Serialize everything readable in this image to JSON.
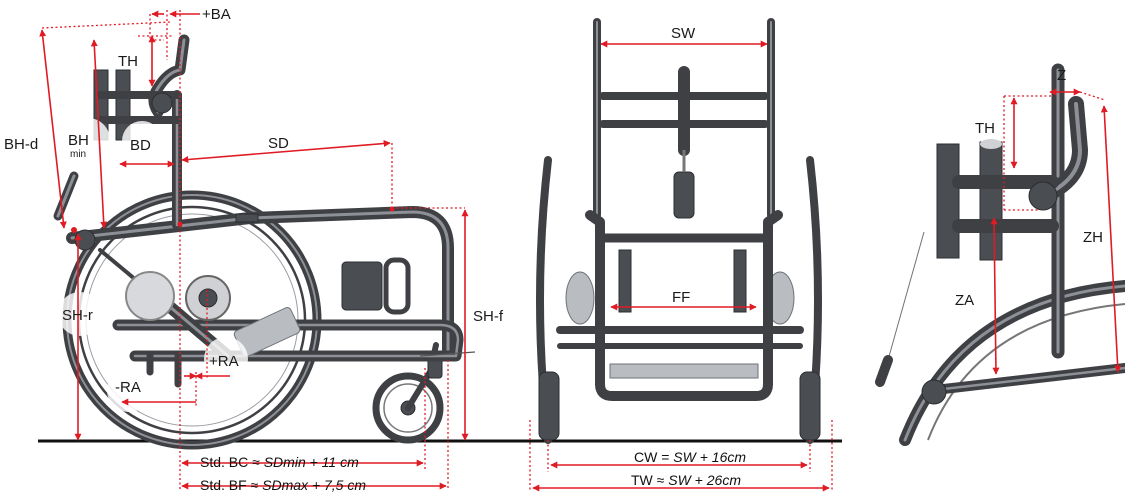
{
  "side_view": {
    "labels": {
      "ba": "+BA",
      "th": "TH",
      "bh_d": "BH-d",
      "bh_min": "BH",
      "bh_min_sub": "min",
      "bd": "BD",
      "sd": "SD",
      "sh_r": "SH-r",
      "sh_f": "SH-f",
      "ra_plus": "+RA",
      "ra_minus": "-RA"
    },
    "formula_bc": {
      "lead": "Std. BC ≈ ",
      "italic": "SDmin + 11 cm"
    },
    "formula_bf": {
      "lead": "Std. BF ≈ ",
      "italic": "SDmax + 7,5 cm"
    }
  },
  "front_view": {
    "labels": {
      "sw": "SW",
      "ff": "FF"
    },
    "formula_cw": {
      "lead": "CW = ",
      "italic": "SW + 16cm"
    },
    "formula_tw": {
      "lead": "TW ≈ ",
      "italic": "SW + 26cm"
    }
  },
  "detail_view": {
    "labels": {
      "z": "Z",
      "th": "TH",
      "zh": "ZH",
      "za": "ZA"
    }
  },
  "colors": {
    "dimension": "#e01b24",
    "frame": "#3e4044",
    "frame_highlight": "#8d9096",
    "floor": "#111111"
  }
}
